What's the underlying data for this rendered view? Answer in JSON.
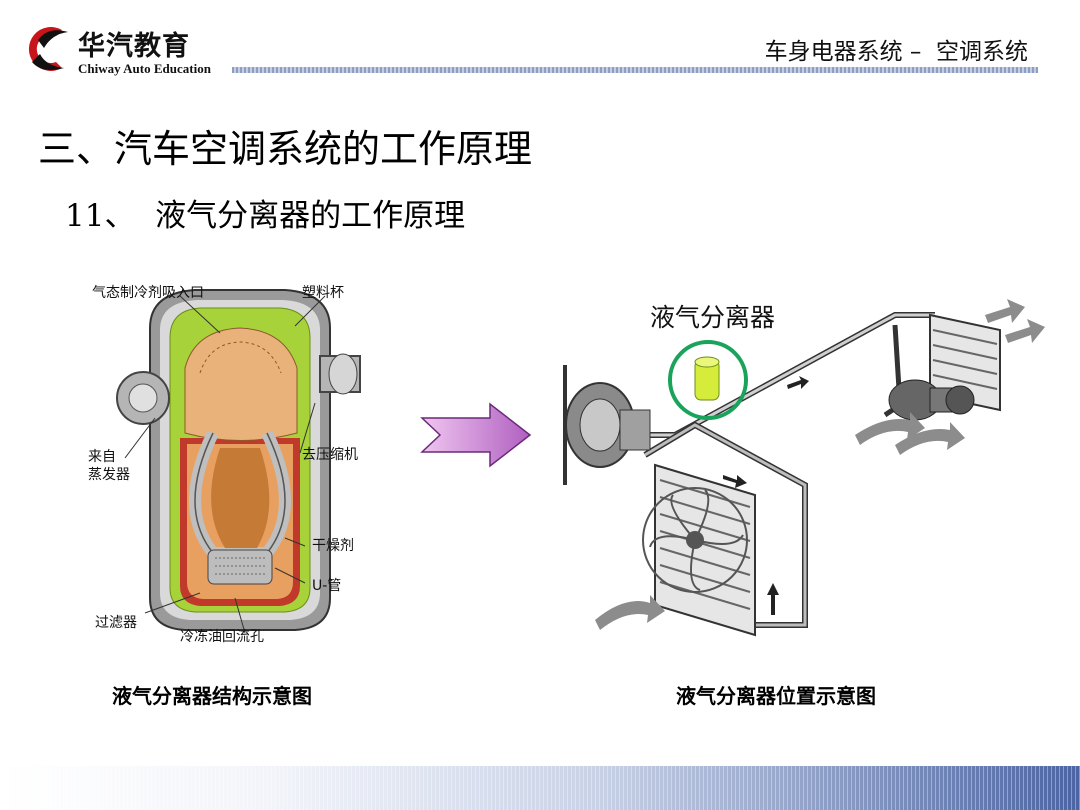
{
  "header": {
    "logo_cn": "华汽教育",
    "logo_en": "Chiway Auto Education",
    "title": "车身电器系统 –  空调系统"
  },
  "main_title": "三、汽车空调系统的工作原理",
  "sub_title": "11、  液气分离器的工作原理",
  "left_figure": {
    "labels": {
      "inlet": "气态制冷剂吸入口",
      "cup": "塑料杯",
      "from_evaporator": "来自\n蒸发器",
      "to_compressor": "去压缩机",
      "desiccant": "干燥剂",
      "u_tube": "U-管",
      "filter": "过滤器",
      "oil_hole": "冷冻油回流孔"
    },
    "caption": "液气分离器结构示意图"
  },
  "right_figure": {
    "label": "液气分离器",
    "caption": "液气分离器位置示意图"
  },
  "colors": {
    "header_bar": "#8d9ec2",
    "footer_dark": "#4b64a3",
    "arrow_fill": "#d99ad9",
    "separator_green": "#1aa35a"
  }
}
